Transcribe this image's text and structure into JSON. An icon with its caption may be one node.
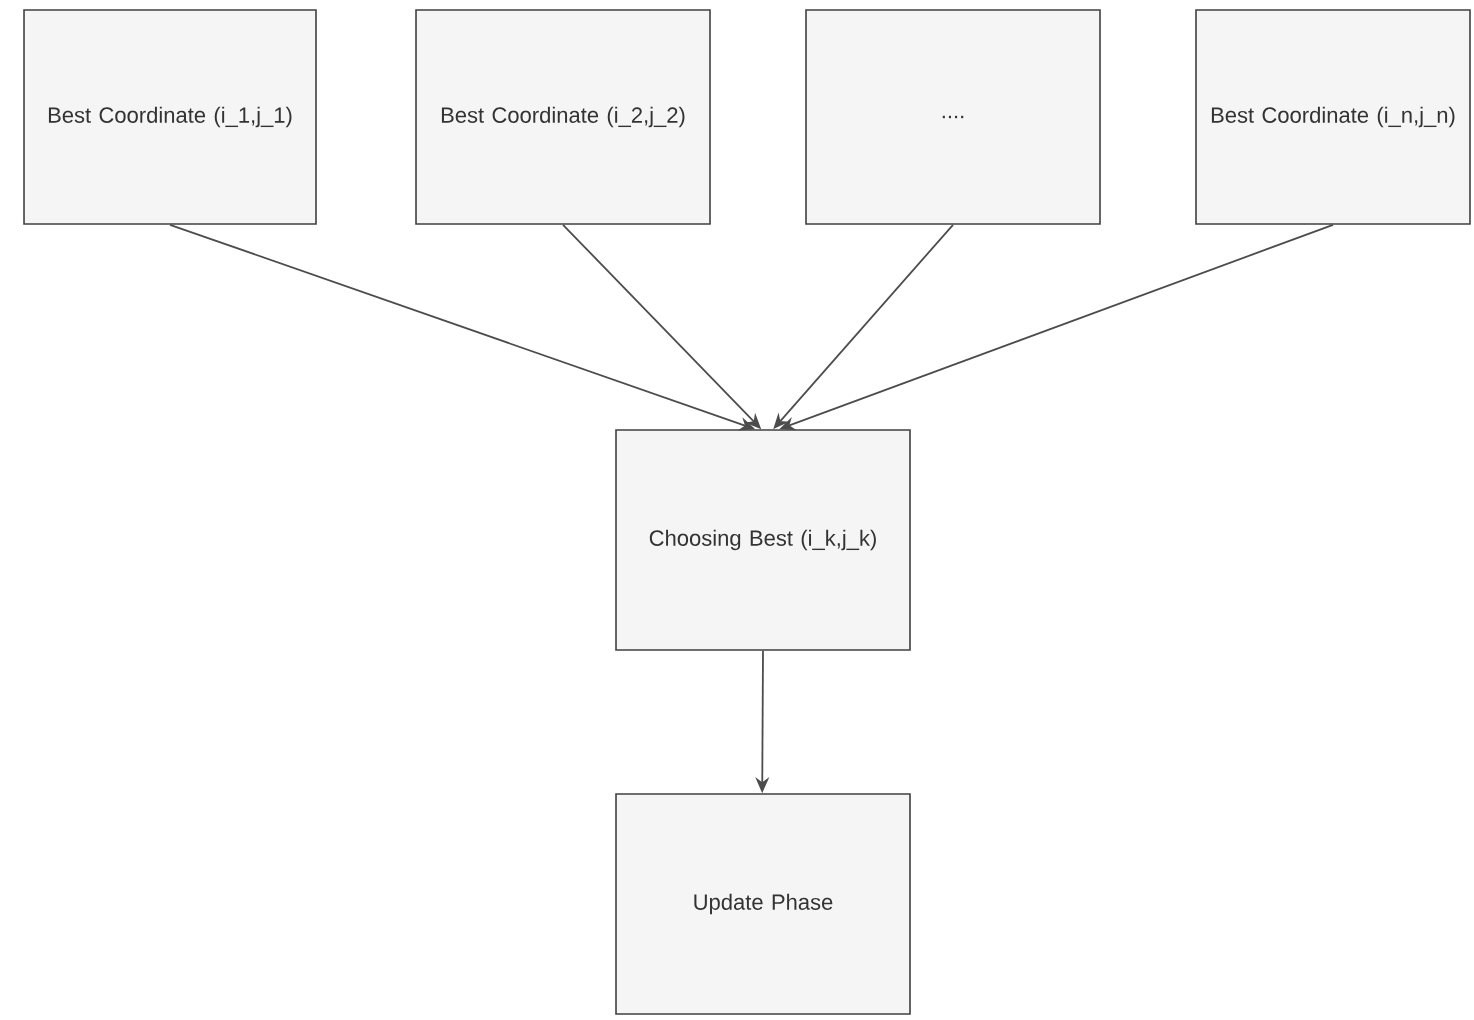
{
  "diagram": {
    "nodes": [
      {
        "text": [
          "Best Coordinate (i_1,j_1)"
        ]
      },
      {
        "text": [
          "Best Coordinate (i_2,j_2)"
        ]
      },
      {
        "text": [
          "...."
        ]
      },
      {
        "text": [
          "Best Coordinate (i_n,j_n)"
        ]
      },
      {
        "text": [
          "Choosing Best (i_k,j_k)"
        ]
      },
      {
        "text": [
          "Update Phase"
        ]
      }
    ],
    "edges": [
      {
        "from": 0,
        "to": 4,
        "arrow": "to"
      },
      {
        "from": 1,
        "to": 4,
        "arrow": "to"
      },
      {
        "from": 2,
        "to": 4,
        "arrow": "to"
      },
      {
        "from": 3,
        "to": 4,
        "arrow": "to"
      },
      {
        "from": 4,
        "to": 5,
        "arrow": "to"
      }
    ]
  }
}
